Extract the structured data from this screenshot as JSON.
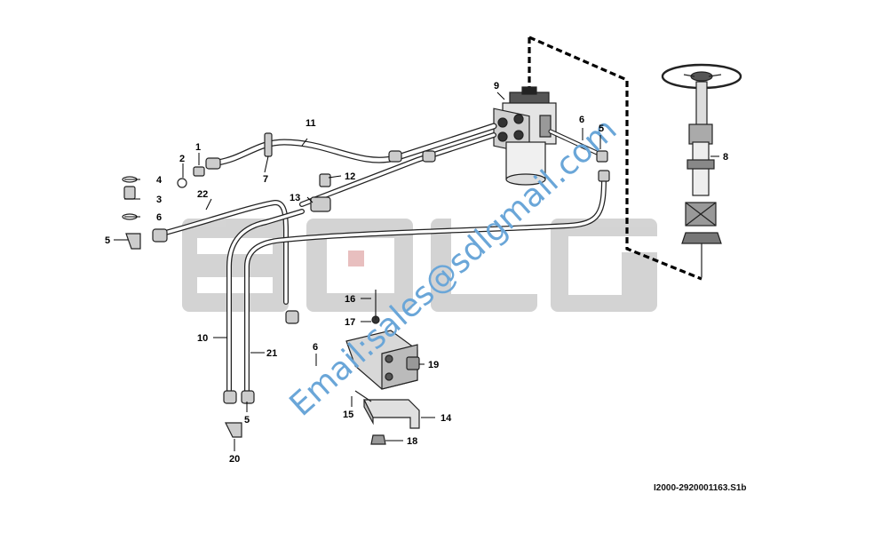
{
  "watermark": {
    "logo_text": "SDLG",
    "email_text": "Email:sales@sdlgmail.com",
    "logo_color": "#cfcfcf",
    "logo_accent": "#e6b9b9",
    "email_color": "#6aa6d8"
  },
  "drawing_ref": "I2000-2920001163.S1b",
  "callouts": {
    "c1": "1",
    "c2": "2",
    "c3": "3",
    "c4": "4",
    "c5a": "5",
    "c5b": "5",
    "c5c": "5",
    "c6a": "6",
    "c6b": "6",
    "c6c": "6",
    "c7": "7",
    "c8": "8",
    "c9": "9",
    "c10": "10",
    "c11": "11",
    "c12": "12",
    "c13": "13",
    "c14": "14",
    "c15": "15",
    "c16": "16",
    "c17": "17",
    "c18": "18",
    "c19": "19",
    "c20": "20",
    "c21": "21",
    "c22": "22"
  }
}
